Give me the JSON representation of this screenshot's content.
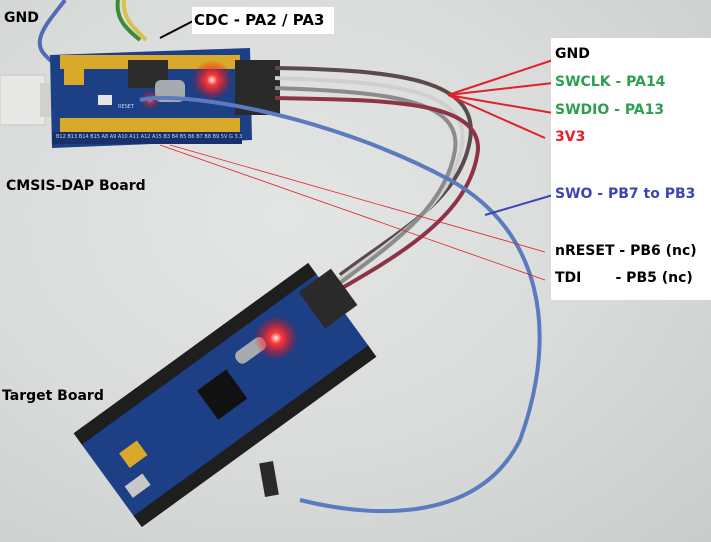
{
  "image": {
    "description": "Photo of two STM32 blue-pill boards wired together: a CMSIS-DAP debugger board and a target board, with annotated pin labels"
  },
  "labels": {
    "gnd_top": "GND",
    "cdc": "CDC - PA2 / PA3",
    "cmsis_board": "CMSIS-DAP Board",
    "target_board": "Target Board"
  },
  "pin_labels": [
    {
      "text": "GND",
      "color": "#000000"
    },
    {
      "text": "SWCLK - PA14",
      "color": "#2e9e4f"
    },
    {
      "text": "SWDIO - PA13",
      "color": "#2e9e4f"
    },
    {
      "text": "3V3",
      "color": "#e0202a"
    },
    {
      "text": "SWO - PB7 to PB3",
      "color": "#3c44b8"
    },
    {
      "text": "nRESET - PB6 (nc)",
      "color": "#000000"
    },
    {
      "text": "TDI       - PB5 (nc)",
      "color": "#000000"
    }
  ],
  "silkscreen": {
    "bottom_row": "B12 B13 B14 B15 A8 A9 A10 A11 A12 A15 B3 B4 B5 B6 B7 B8 B9 5V G 3.3",
    "reset": "RESET"
  },
  "colors": {
    "pcb_blue": "#1d3f86",
    "header_yellow": "#d8a92a",
    "led_red": "#ff2a2a",
    "wire_blue": "#5b7bbf",
    "wire_maroon": "#8e3346",
    "annot_red": "#e0202a",
    "annot_blue": "#3c44b8"
  }
}
